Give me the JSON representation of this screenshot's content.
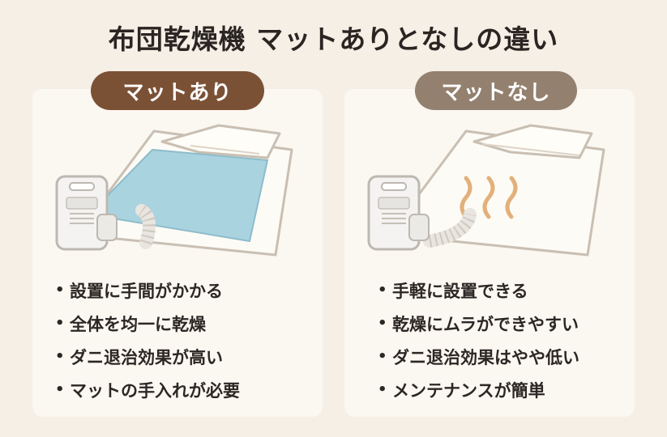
{
  "title": "布団乾燥機 マットありとなしの違い",
  "left": {
    "label": "マットあり",
    "points": [
      "設置に手間がかかる",
      "全体を均一に乾燥",
      "ダニ退治効果が高い",
      "マットの手入れが必要"
    ]
  },
  "right": {
    "label": "マットなし",
    "points": [
      "手軽に設置できる",
      "乾燥にムラができやすい",
      "ダニ退治効果はやや低い",
      "メンテナンスが簡単"
    ]
  },
  "colors": {
    "background": "#f5efe6",
    "pill_left": "#7b5136",
    "pill_right": "#93806f",
    "mat": "#a9d3df",
    "heat": "#e3b07a"
  }
}
